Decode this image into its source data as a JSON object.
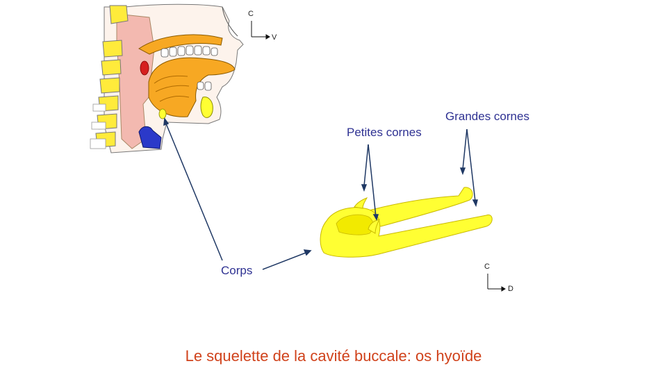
{
  "slide": {
    "caption": "Le squelette de la cavité buccale: os hyoïde"
  },
  "labels": {
    "petites_cornes": "Petites cornes",
    "grandes_cornes": "Grandes cornes",
    "corps": "Corps"
  },
  "axes_head": {
    "vertical": "C",
    "horizontal": "V"
  },
  "axes_bone": {
    "vertical": "C",
    "horizontal": "D"
  },
  "colors": {
    "label_text": "#2e3192",
    "caption_text": "#d0421b",
    "bone_yellow": "#ffff33",
    "tongue_orange": "#f7a823",
    "vertebra_yellow": "#ffeb3b",
    "tissue_pink": "#f3b9b0",
    "leader_line": "#1f3864"
  }
}
